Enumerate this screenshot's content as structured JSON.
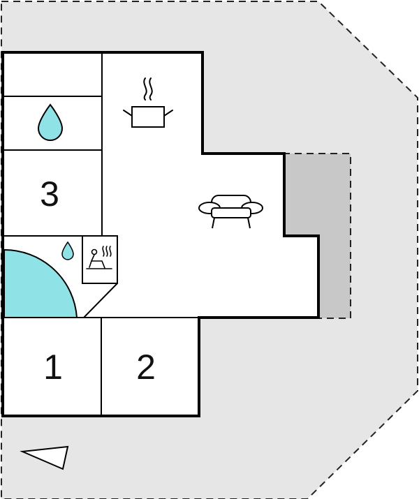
{
  "colors": {
    "plot": "#e6e6e6",
    "terrace": "#c8c8c8",
    "floor": "#ffffff",
    "wall": "#000000",
    "water": "#8fe3e6"
  },
  "rooms": {
    "room_1": "1",
    "room_2": "2",
    "room_3": "3"
  },
  "icons": [
    "water-drop-icon",
    "cooking-pot-icon",
    "sofa-icon",
    "sauna-icon",
    "north-arrow-icon"
  ]
}
